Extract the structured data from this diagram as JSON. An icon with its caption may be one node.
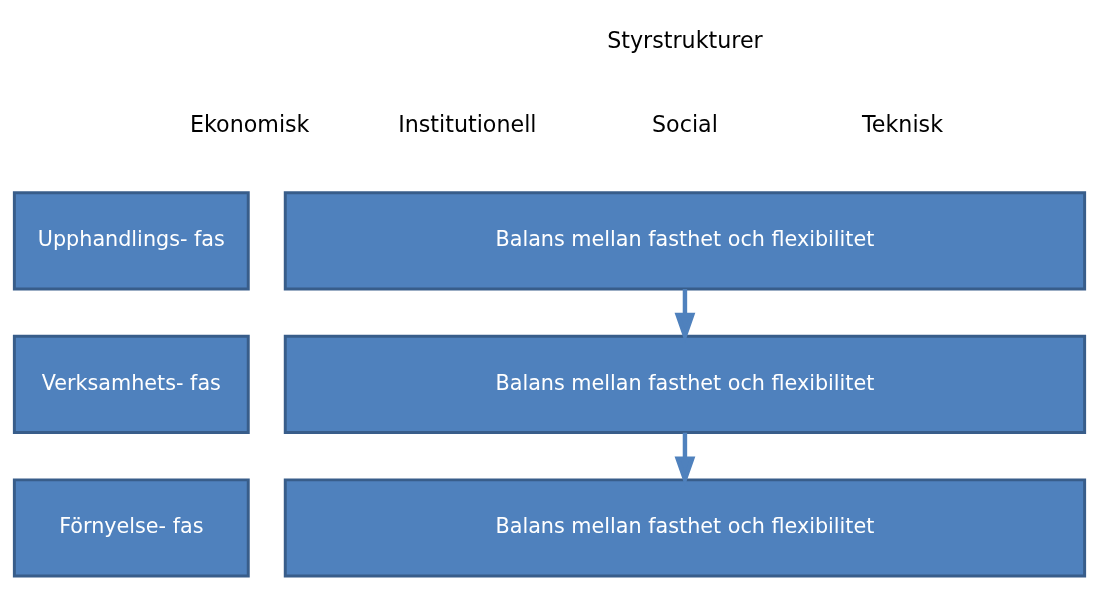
{
  "diagram": {
    "nodes": [
      {
        "text": [
          "Upphandlings- fas"
        ]
      },
      {
        "text": [
          "Balans mellan fasthet och flexibilitet"
        ]
      },
      {
        "text": [
          "Verksamhets- fas"
        ]
      },
      {
        "text": [
          "Balans mellan fasthet och flexibilitet"
        ]
      },
      {
        "text": [
          "Förnyelse- fas"
        ]
      },
      {
        "text": [
          "Balans mellan fasthet och flexibilitet"
        ]
      }
    ],
    "edges": [
      {
        "from": 1,
        "to": 3,
        "arrow": "to"
      },
      {
        "from": 3,
        "to": 5,
        "arrow": "to"
      }
    ],
    "labels": [
      "Styrstrukturer",
      "Ekonomisk",
      "Institutionell",
      "Social",
      "Teknisk"
    ]
  }
}
